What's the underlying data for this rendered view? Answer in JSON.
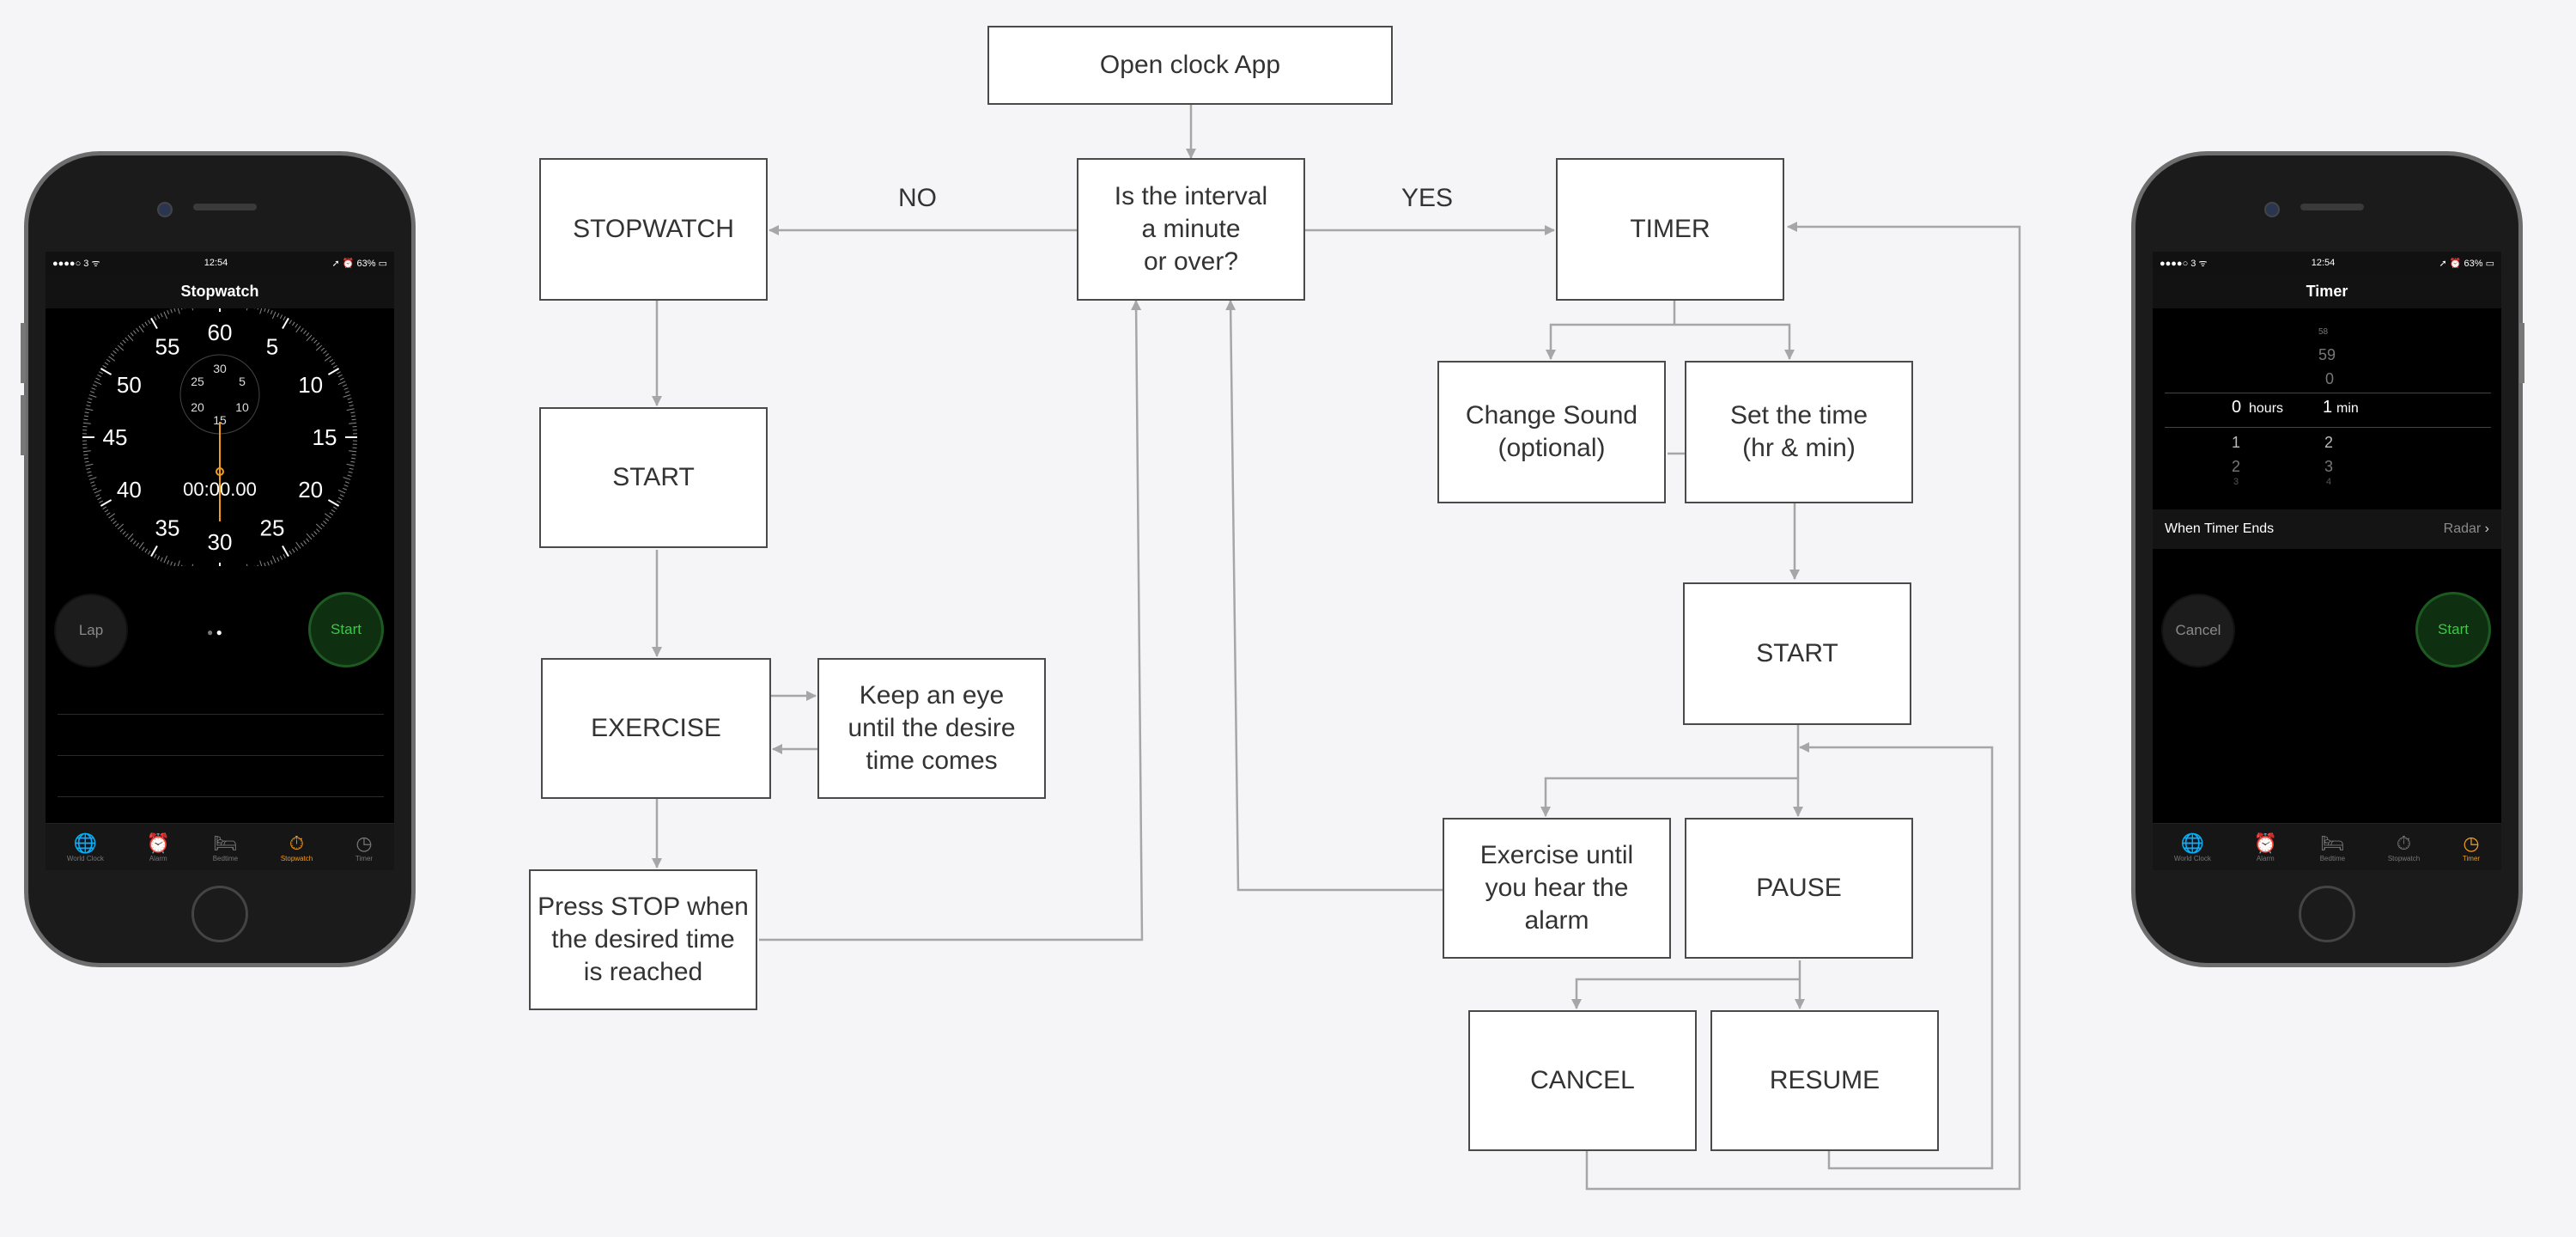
{
  "colors": {
    "background": "#f5f5f7",
    "box_border": "#4a4a4a",
    "arrow": "#a6a6a6",
    "tab_active": "#f29b1d",
    "start_green": "#3ec64a"
  },
  "flowchart": {
    "open_app": "Open clock App",
    "question": "Is the interval\na minute\nor over?",
    "no_label": "NO",
    "yes_label": "YES",
    "stopwatch": "STOPWATCH",
    "sw_start": "START",
    "exercise": "EXERCISE",
    "keep_eye": "Keep an eye\nuntil the desire\ntime comes",
    "press_stop": "Press STOP when\nthe desired time\nis reached",
    "timer": "TIMER",
    "change_sound": "Change Sound\n(optional)",
    "set_time": "Set the time\n(hr & min)",
    "t_start": "START",
    "exercise_until": "Exercise until\nyou hear the\nalarm",
    "pause": "PAUSE",
    "cancel": "CANCEL",
    "resume": "RESUME"
  },
  "phone_left": {
    "status": {
      "carrier": "●●●●○ 3 ᯤ",
      "time": "12:54",
      "battery": "➚ ⏰ 63% ▭"
    },
    "title": "Stopwatch",
    "dial_outer": [
      "60",
      "5",
      "10",
      "15",
      "20",
      "25",
      "30",
      "35",
      "40",
      "45",
      "50",
      "55"
    ],
    "dial_inner": [
      "30",
      "5",
      "10",
      "15",
      "20",
      "25"
    ],
    "readout": "00:00.00",
    "lap_label": "Lap",
    "start_label": "Start",
    "tabs": [
      {
        "label": "World Clock",
        "icon": "🌐"
      },
      {
        "label": "Alarm",
        "icon": "⏰"
      },
      {
        "label": "Bedtime",
        "icon": "🛏"
      },
      {
        "label": "Stopwatch",
        "icon": "⏱"
      },
      {
        "label": "Timer",
        "icon": "◷"
      }
    ]
  },
  "phone_right": {
    "status": {
      "carrier": "●●●●○ 3 ᯤ",
      "time": "12:54",
      "battery": "➚ ⏰ 63% ▭"
    },
    "title": "Timer",
    "picker": {
      "min_above": [
        "58",
        "59",
        "0"
      ],
      "hours_value": "0",
      "hours_unit": "hours",
      "min_value": "1",
      "min_unit": "min",
      "hours_below": [
        "1",
        "2",
        "3"
      ],
      "min_below": [
        "2",
        "3",
        "4"
      ]
    },
    "when_timer_ends_label": "When Timer Ends",
    "when_timer_ends_value": "Radar",
    "cancel_label": "Cancel",
    "start_label": "Start",
    "tabs": [
      {
        "label": "World Clock",
        "icon": "🌐"
      },
      {
        "label": "Alarm",
        "icon": "⏰"
      },
      {
        "label": "Bedtime",
        "icon": "🛏"
      },
      {
        "label": "Stopwatch",
        "icon": "⏱"
      },
      {
        "label": "Timer",
        "icon": "◷"
      }
    ]
  }
}
